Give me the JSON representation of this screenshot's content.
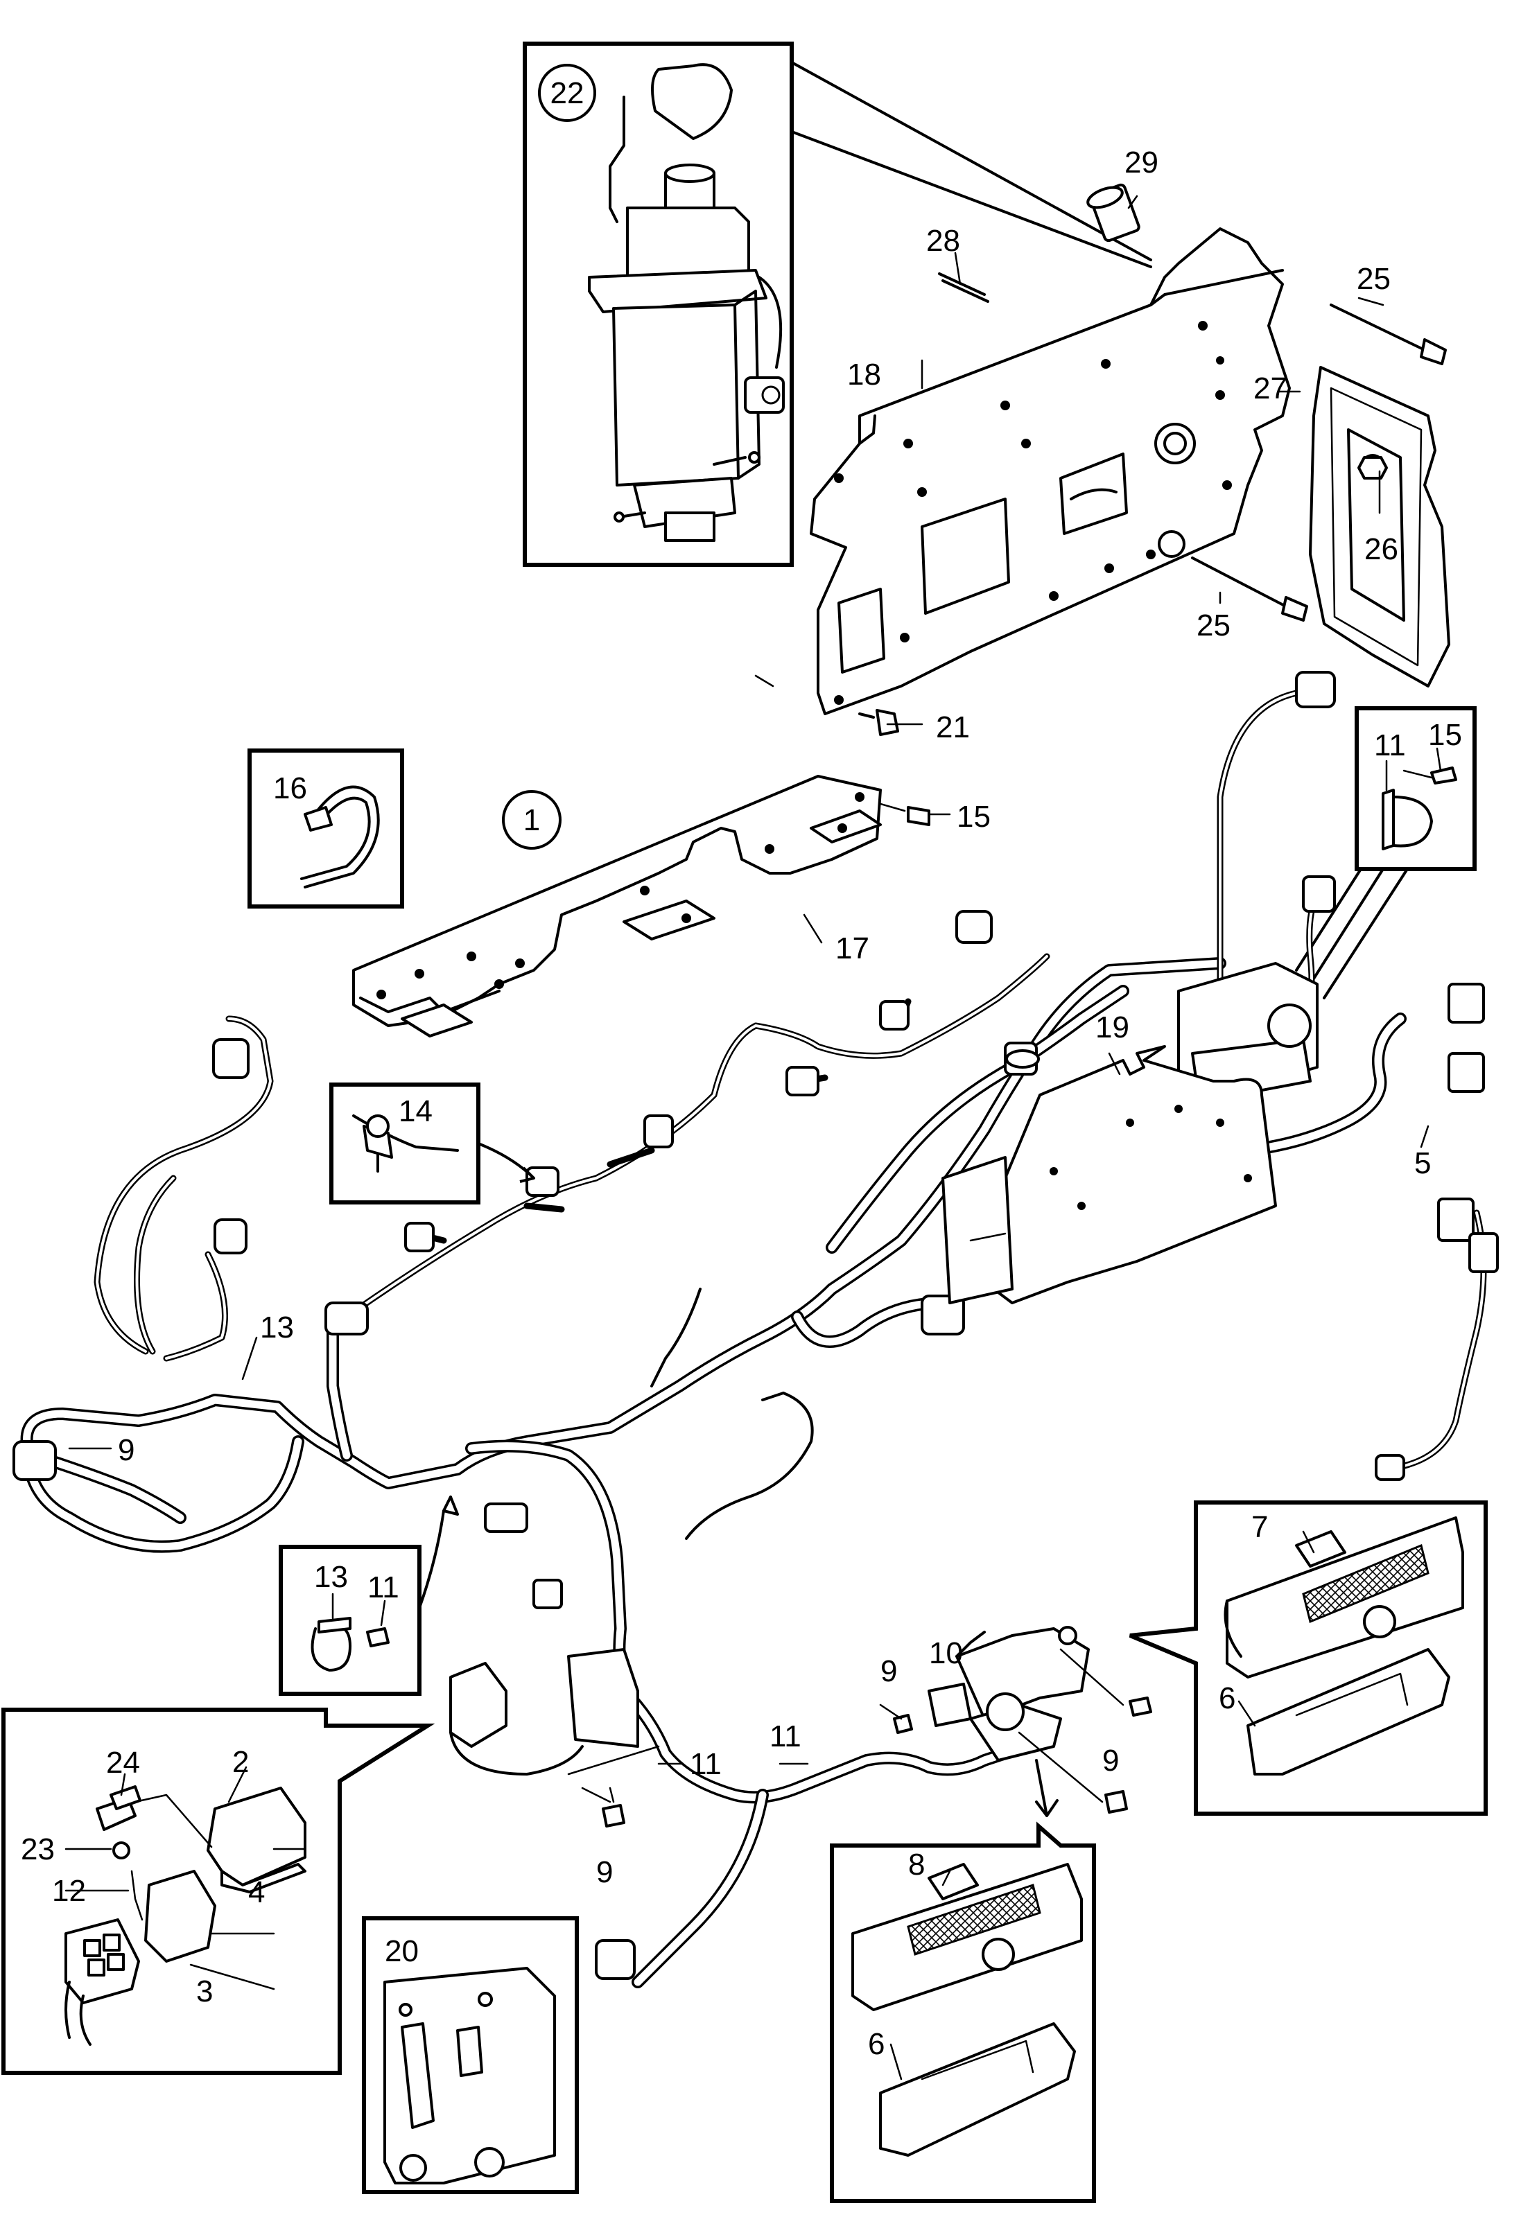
{
  "diagram": {
    "callouts": {
      "n1": "1",
      "n2": "2",
      "n3": "3",
      "n4": "4",
      "n5": "5",
      "n6a": "6",
      "n6b": "6",
      "n7": "7",
      "n8": "8",
      "n9a": "9",
      "n9b": "9",
      "n9c": "9",
      "n9d": "9",
      "n10": "10",
      "n11a": "11",
      "n11b": "11",
      "n11c": "11",
      "n11d": "11",
      "n12": "12",
      "n13a": "13",
      "n13b": "13",
      "n14": "14",
      "n15a": "15",
      "n15b": "15",
      "n16": "16",
      "n17": "17",
      "n18": "18",
      "n19": "19",
      "n20": "20",
      "n21": "21",
      "n22": "22",
      "n23": "23",
      "n24": "24",
      "n25a": "25",
      "n25b": "25",
      "n26": "26",
      "n27": "27",
      "n28": "28",
      "n29": "29"
    }
  }
}
